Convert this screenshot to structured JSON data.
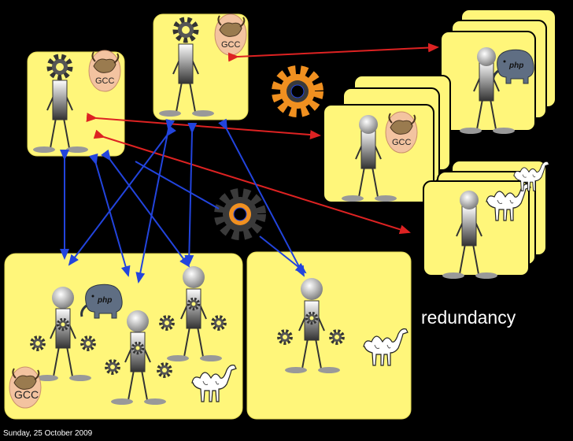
{
  "labels": {
    "caption": "redundancy",
    "footer": "Sunday, 25 October 2009",
    "gcc": "GCC",
    "php": "php"
  },
  "colors": {
    "background": "#000000",
    "card": "#FFF67A",
    "card_border": "#E6DB55",
    "connection_local": "#2244DD",
    "connection_remote": "#DD2222",
    "gear_orange": "#F09020",
    "gear_dark": "#3A3A3A"
  },
  "icons": [
    "gear-icon",
    "gcc-gnu-logo",
    "php-elephant-logo",
    "perl-camel-logo",
    "stick-figure-worker"
  ]
}
